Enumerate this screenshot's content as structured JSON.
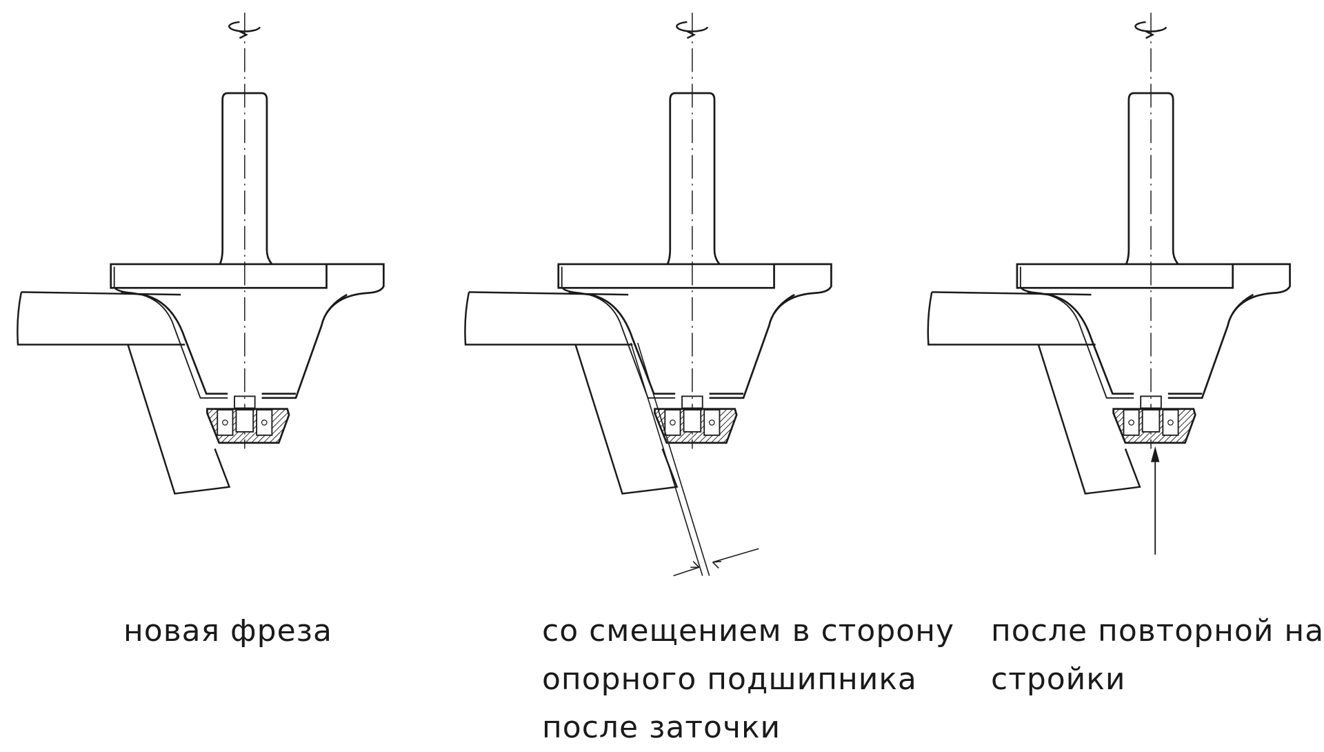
{
  "panels": [
    {
      "caption_lines": [
        "новая фреза"
      ]
    },
    {
      "caption_lines": [
        "со смещением в сторону",
        "опорного подшипника",
        "после заточки"
      ]
    },
    {
      "caption_lines": [
        "после повторной на-",
        "стройки"
      ]
    }
  ],
  "colors": {
    "line": "#1a1a1a",
    "background": "#ffffff"
  }
}
